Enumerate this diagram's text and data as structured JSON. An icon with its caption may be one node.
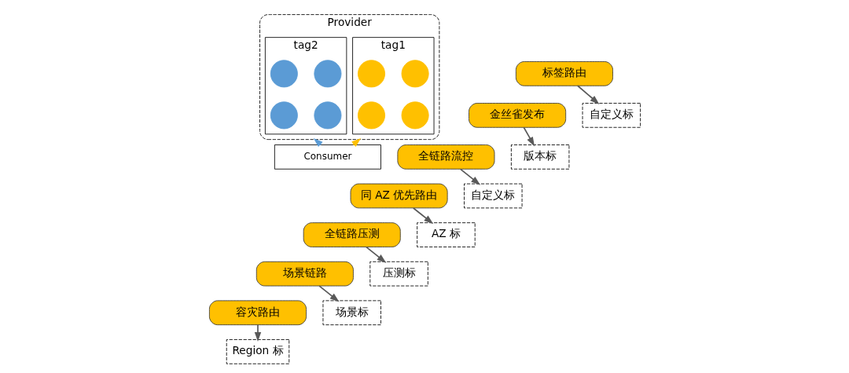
{
  "diagram": {
    "nodes": [
      {
        "text": [
          "Provider"
        ]
      },
      {
        "text": [
          "tag1"
        ],
        "in": 0
      },
      {
        "text": [
          "tag2"
        ],
        "in": 0
      },
      {
        "text": [],
        "shape": "circle",
        "in": 1
      },
      {
        "text": [],
        "shape": "circle",
        "in": 1
      },
      {
        "text": [],
        "shape": "circle",
        "in": 1
      },
      {
        "text": [],
        "shape": "circle",
        "in": 1
      },
      {
        "text": [],
        "shape": "circle",
        "in": 2
      },
      {
        "text": [],
        "shape": "circle",
        "in": 2
      },
      {
        "text": [],
        "shape": "circle",
        "in": 2
      },
      {
        "text": [],
        "shape": "circle",
        "in": 2
      },
      {
        "text": [
          "Consumer"
        ]
      },
      {
        "text": [
          "标签路由"
        ]
      },
      {
        "text": [
          "金丝雀发布"
        ]
      },
      {
        "text": [
          "全链路流控"
        ]
      },
      {
        "text": [
          "同 AZ 优先路由"
        ]
      },
      {
        "text": [
          "全链路压测"
        ]
      },
      {
        "text": [
          "场景链路"
        ]
      },
      {
        "text": [
          "容灾路由"
        ]
      },
      {
        "text": [
          "自定义标"
        ]
      },
      {
        "text": [
          "版本标"
        ]
      },
      {
        "text": [
          "自定义标"
        ]
      },
      {
        "text": [
          "AZ 标"
        ]
      },
      {
        "text": [
          "压测标"
        ]
      },
      {
        "text": [
          "场景标"
        ]
      },
      {
        "text": [
          "Region 标"
        ]
      }
    ],
    "edges": [
      {
        "from": 11,
        "to": 0,
        "arrow": "to",
        "color": "#ffc000"
      },
      {
        "from": 11,
        "to": 0,
        "arrow": "to",
        "color": "#5b9bd5"
      },
      {
        "from": 12,
        "to": 19,
        "arrow": "to"
      },
      {
        "from": 13,
        "to": 20,
        "arrow": "to"
      },
      {
        "from": 14,
        "to": 21,
        "arrow": "to"
      },
      {
        "from": 15,
        "to": 22,
        "arrow": "to"
      },
      {
        "from": 16,
        "to": 23,
        "arrow": "to"
      },
      {
        "from": 17,
        "to": 24,
        "arrow": "to"
      },
      {
        "from": 18,
        "to": 25,
        "arrow": "to"
      }
    ]
  }
}
